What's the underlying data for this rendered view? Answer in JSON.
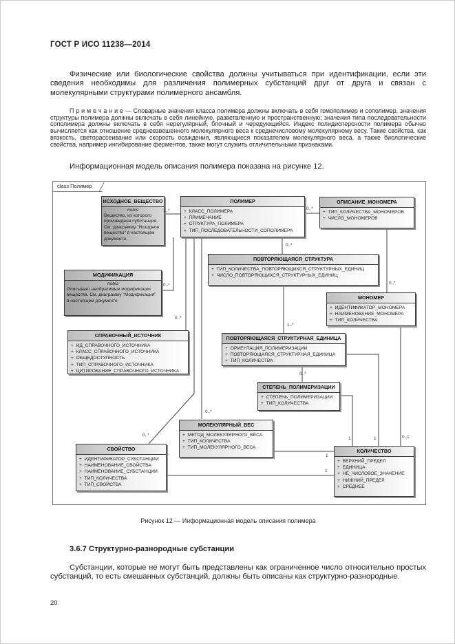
{
  "page": {
    "header": "ГОСТ Р ИСО 11238—2014",
    "para1": "Физические или биологические свойства должны учитываться при идентификации, если эти сведения необходимы для различения полимерных субстанций друг от друга и связан с молекулярными структурами полимерного ансамбля.",
    "note_label": "П р и м е ч а н и е — ",
    "note_text": "Словарные значения класса полимера должны включать в себя гомополимер и сополимер, значения структуры полимера должны включать в себя линейную, разветвленную и пространственную; значения типа последовательности сополимера должны включать в себя нерегулярный, блочный и чередующийся. Индекс полидисперсности полимера обычно вычисляется как отношение средневзвешенного молекулярного веса к среднечисловому молекулярному весу. Такие свойства, как вязкость, светорассеивание или скорость осаждения, являющиеся показателем молекулярного веса, а также биологические свойства, например ингибирование ферментов, также могут служить отличительными признаками.",
    "para2": "Информационная модель описания полимера показана на рисунке 12.",
    "figure_caption": "Рисунок 12 — Информационная модель описания полимера",
    "section_heading": "3.6.7  Структурно-разнородные субстанции",
    "para3": "Субстанции, которые не могут быть представлены как ограниченное число относительно простых субстанций, то есть смешанных субстанций, должны быть описаны как структурно-разнородные.",
    "page_number": "20"
  },
  "diagram": {
    "frame_label": "class Полимер",
    "classes": [
      {
        "name": "ИСХОДНОЕ_ВЕЩЕСТВО",
        "stereo": "notes",
        "note": "Вещество, из которого произведена субстанция. См. диаграмму \"Исходное вещество\" в настоящем документе."
      },
      {
        "name": "ПОЛИМЕР",
        "attrs": [
          "+  КЛАСС_ПОЛИМЕРА",
          "+  ПРИМЕЧАНИЕ",
          "+  СТРУКТУРА_ПОЛИМЕРА",
          "+  ТИП_ПОСЛЕДОВАТЕЛЬНОСТИ_СОПОЛИМЕРА"
        ]
      },
      {
        "name": "ОПИСАНИЕ_МОНОМЕРА",
        "attrs": [
          "+  ТИП_КОЛИЧЕСТВА_МОНОМЕРОВ",
          "+  ЧИСЛО_МОНОМЕРОВ"
        ]
      },
      {
        "name": "ПОВТОРЯЮЩАЯСЯ_СТРУКТУРА",
        "attrs": [
          "+  ТИП_КОЛИЧЕСТВА_ПОВТОРЯЮЩИХСЯ_СТРУКТУРНЫХ_ЕДИНИЦ",
          "+  ЧИСЛО_ПОВТОРЯЮЩИХСЯ_СТРУКТУРНЫХ_ЕДИНИЦ"
        ]
      },
      {
        "name": "МОДИФИКАЦИЯ",
        "stereo": "notes",
        "note": "Описывает необратимые модификации вещества. См. диаграмму \"Модификация\" в настоящем документе"
      },
      {
        "name": "МОНОМЕР",
        "attrs": [
          "+  ИДЕНТИФИКАТОР_МОНОМЕРА",
          "+  НАИМЕНОВАНИЕ_МОНОМЕРА",
          "+  ТИП_КОЛИЧЕСТВА"
        ]
      },
      {
        "name": "СПРАВОЧНЫЙ_ИСТОЧНИК",
        "attrs": [
          "+  ИД_СПРАВОЧНОГО_ИСТОЧНИКА",
          "+  КЛАСС_СПРАВОЧНОГО_ИСТОЧНИКА",
          "+  ОБЩЕДОСТУПНОСТЬ",
          "+  ТИП_СПРАВОЧНОГО_ИСТОЧНИКА",
          "+  ЦИТИРОВАНИЕ_СПРАВОЧНОГО_ИСТОЧНИКА"
        ]
      },
      {
        "name": "ПОВТОРЯЮЩАЯСЯ_СТРУКТУРНАЯ_ЕДИНИЦА",
        "attrs": [
          "+  ОРИЕНТАЦИЯ_ПОЛИМЕРИЗАЦИИ",
          "+  ПОВТОРЯЮЩАЯСЯ_СТРУКТУРНАЯ_ЕДИНИЦА",
          "+  ТИП_КОЛИЧЕСТВА"
        ]
      },
      {
        "name": "СТЕПЕНЬ_ПОЛИМЕРИЗАЦИИ",
        "attrs": [
          "+  СТЕПЕНЬ_ПОЛИМЕРИЗАЦИИ",
          "+  ТИП_КОЛИЧЕСТВА"
        ]
      },
      {
        "name": "МОЛЕКУЛЯРНЫЙ_ВЕС",
        "attrs": [
          "+  МЕТОД_МОЛЕКУЛЯРНОГО_ВЕСА",
          "+  ТИП_КОЛИЧЕСТВА",
          "+  ТИП_МОЛЕКУЛЯРНОГО_ВЕСА"
        ]
      },
      {
        "name": "СВОЙСТВО",
        "attrs": [
          "+  ИДЕНТИФИКАТОР_СУБСТАНЦИИ",
          "+  НАИМЕНОВАНИЕ_СВОЙСТВА",
          "+  НАИМЕНОВАНИЕ_СУБСТАНЦИИ",
          "+  ТИП_КОЛИЧЕСТВА",
          "+  ТИП_СВОЙСТВА"
        ]
      },
      {
        "name": "КОЛИЧЕСТВО",
        "attrs": [
          "+  ВЕРХНИЙ_ПРЕДЕЛ",
          "+  ЕДИНИЦА",
          "+  НЕ_ЧИСЛОВОЕ_ЗНАЧЕНИЕ",
          "+  НИЖНИЙ_ПРЕДЕЛ",
          "+  СРЕДНЕЕ"
        ]
      }
    ],
    "labels": [
      "1..*",
      "0..*",
      "0..*",
      "0..*",
      "1..*",
      "0..*",
      "0..*",
      "0..*",
      "0..*",
      "0..*",
      "1",
      "1",
      "0..1",
      "1",
      "1"
    ],
    "colors": {
      "line": "#3f3f3f",
      "box_border": "#3a3a3a",
      "shadow": "#8f8f8f"
    }
  }
}
